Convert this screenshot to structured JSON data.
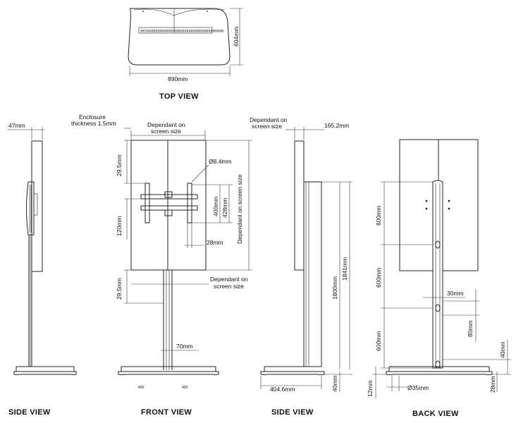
{
  "views": {
    "top": "TOP VIEW",
    "side_left": "SIDE VIEW",
    "front": "FRONT VIEW",
    "side_right": "SIDE VIEW",
    "back": "BACK VIEW"
  },
  "top_view": {
    "width": "890mm",
    "depth": "604mm",
    "serial": "00399888888888889888988888888888888888"
  },
  "side_left": {
    "thickness": "47mm"
  },
  "front_view": {
    "enclosure_line1": "Enclosure",
    "enclosure_line2": "thickness 1.5mm",
    "dependant_top_line1": "Dependant on",
    "dependant_top_line2": "screen size",
    "hole_diameter": "Ø8.4mm",
    "dim_29_5_top": "29.5mm",
    "dim_120": "120mm",
    "dim_400": "400mm",
    "dim_428": "428mm",
    "dependant_right": "Dependant on screen size",
    "dim_28": "28mm",
    "dependant_bottom_line1": "Dependant on",
    "dependant_bottom_line2": "screen size",
    "dim_29_5_bottom": "29.5mm",
    "dim_70": "70mm",
    "base_left": "400",
    "base_right": "400"
  },
  "side_right": {
    "dependant_line1": "Dependant on",
    "dependant_line2": "screen size",
    "dim_165": "165.2mm",
    "dim_1800": "1800mm",
    "dim_1841": "1841mm",
    "dim_40": "40mm",
    "dim_404": "404.6mm"
  },
  "back_view": {
    "dim_600_a": "600mm",
    "dim_600_b": "600mm",
    "dim_600_c": "600mm",
    "dim_30": "30mm",
    "dim_80": "80mm",
    "dim_40": "40mm",
    "dim_28": "28mm",
    "dim_12": "12mm",
    "dim_35": "Ø35mm"
  }
}
